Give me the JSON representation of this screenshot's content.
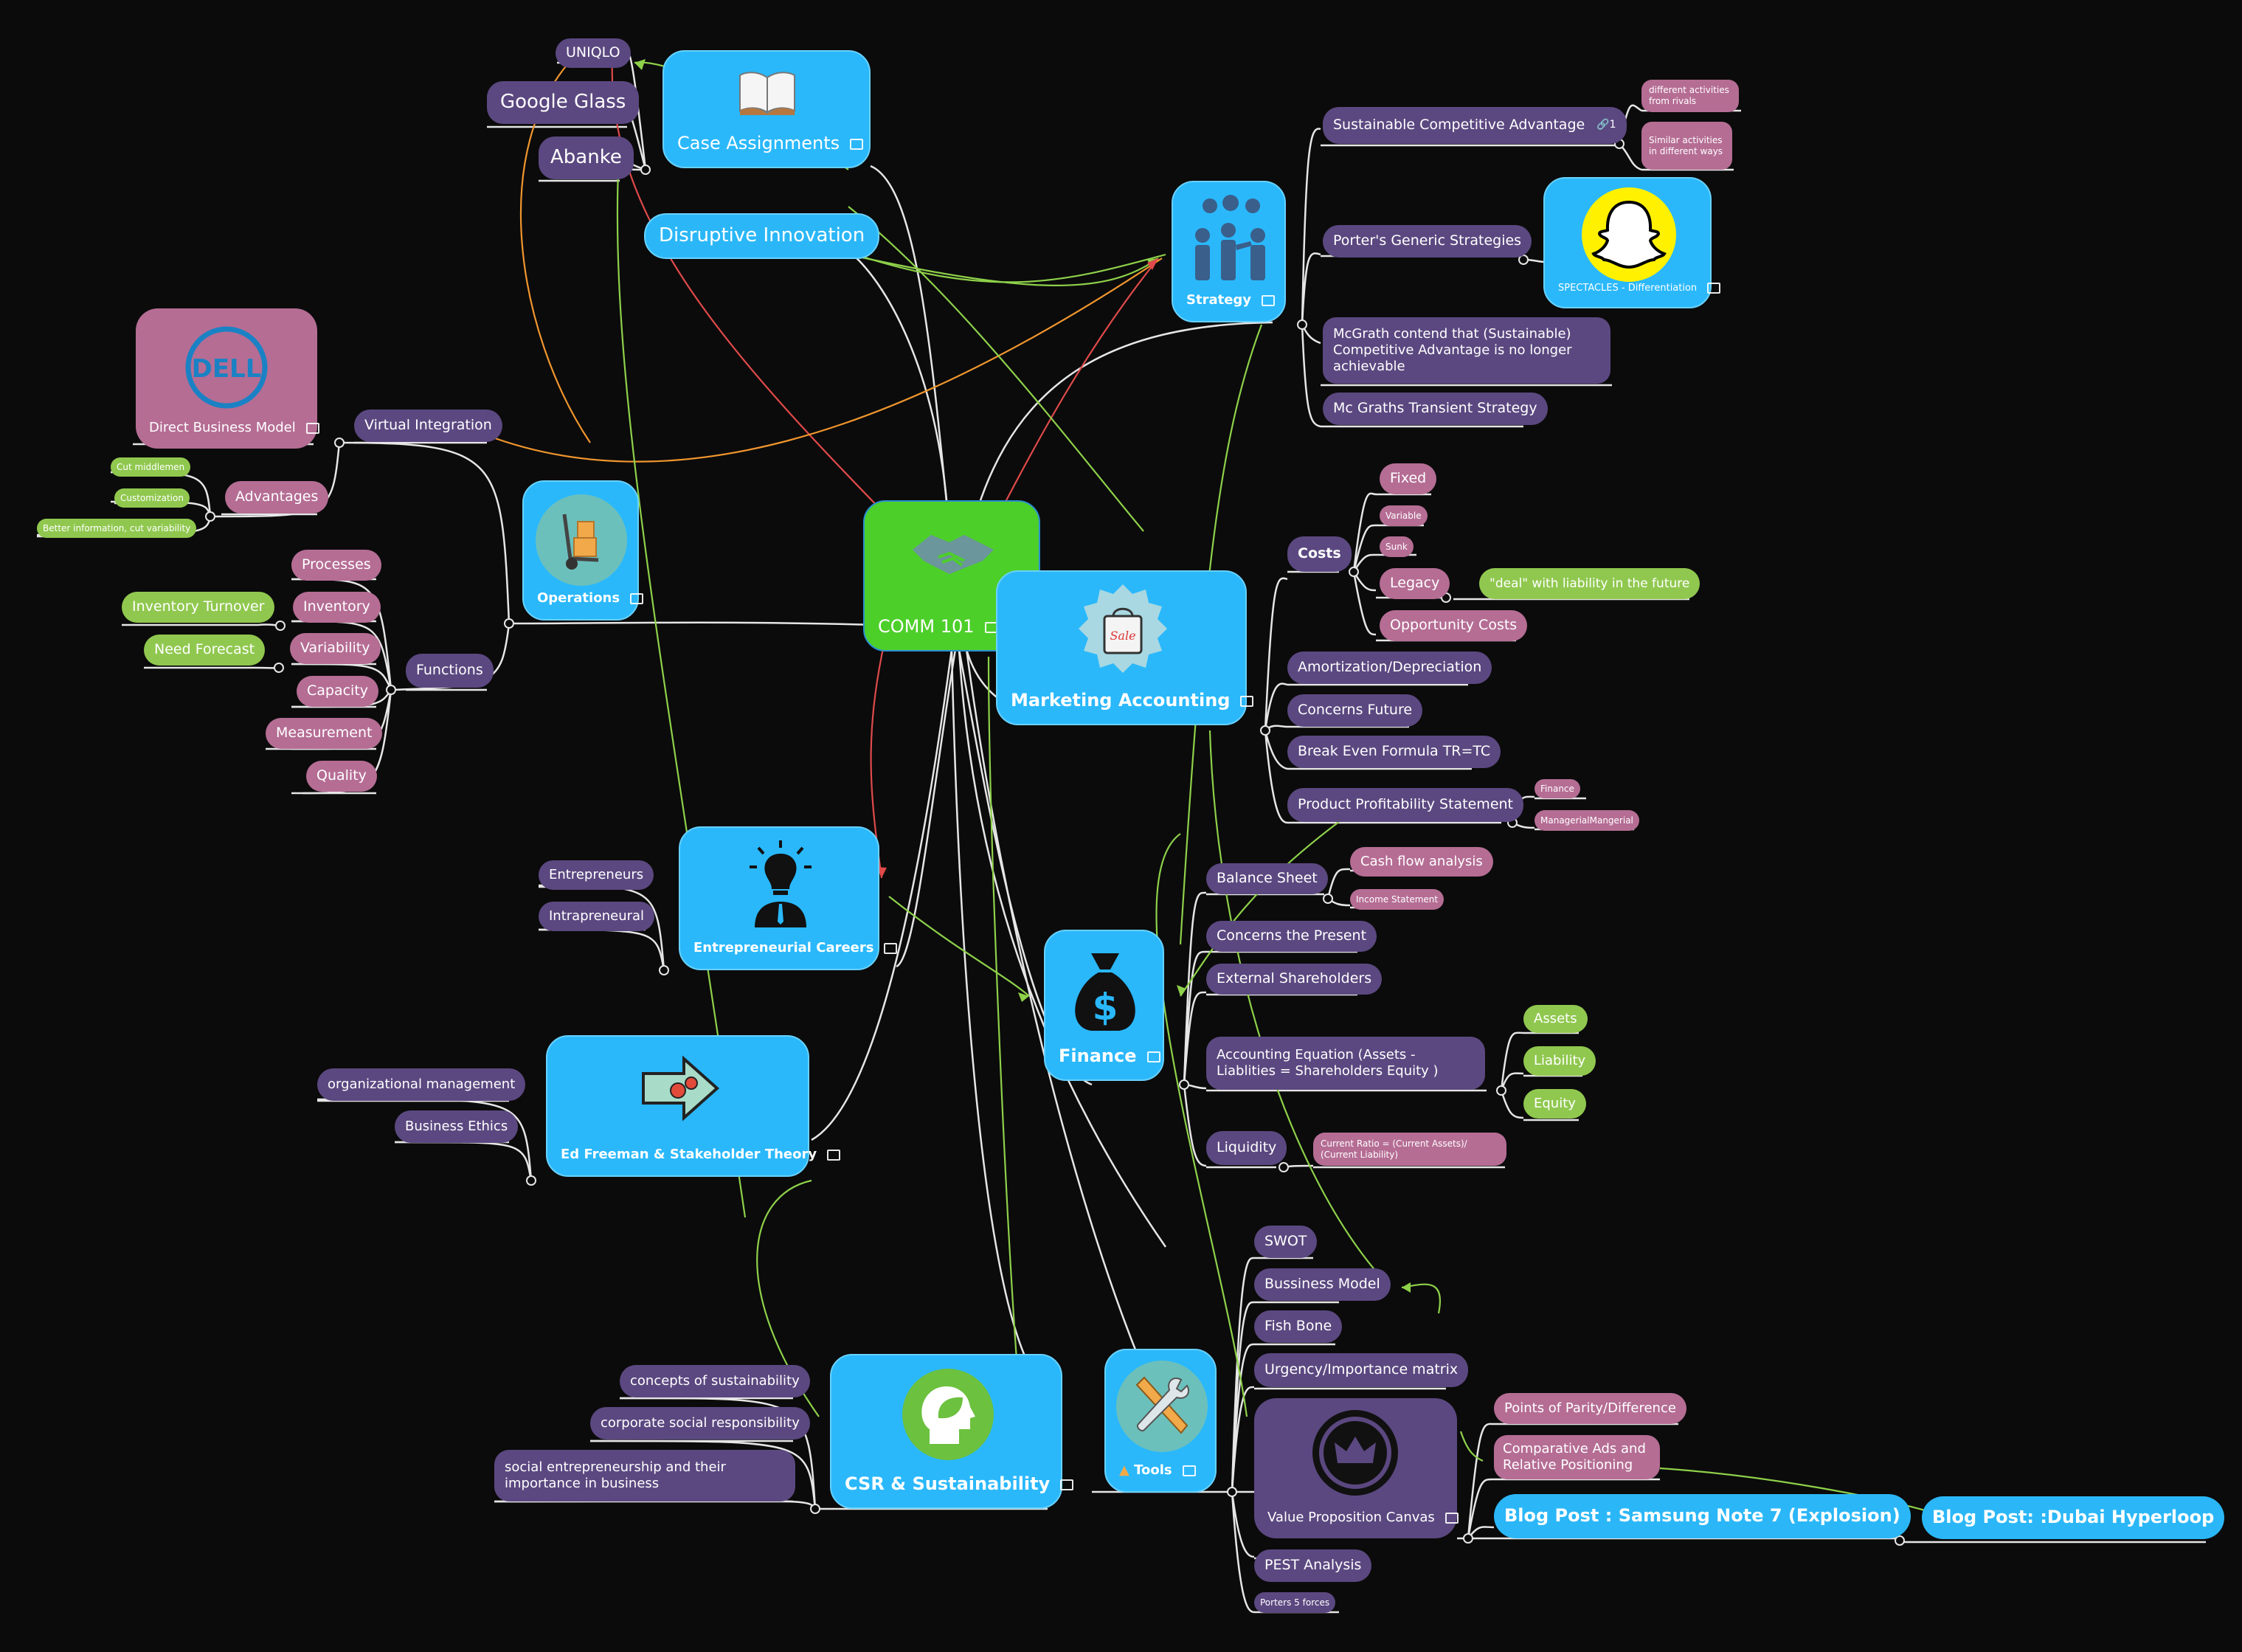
{
  "central": {
    "label": "COMM 101"
  },
  "top_left": {
    "uniqlo": "UNIQLO",
    "google_glass": "Google Glass",
    "abanke": "Abanke",
    "case_assignments": "Case Assignments",
    "disruptive_innovation": "Disruptive Innovation"
  },
  "operations": {
    "label": "Operations",
    "dell": "Direct Business Model",
    "virtual_integration": "Virtual Integration",
    "advantages": "Advantages",
    "adv_items": [
      "Cut middlemen",
      "Customization",
      "Better information, cut variability"
    ],
    "functions": "Functions",
    "function_items": [
      "Processes",
      "Inventory",
      "Variability",
      "Capacity",
      "Measurement",
      "Quality"
    ],
    "inventory_turnover": "Inventory Turnover",
    "need_forecast": "Need Forecast"
  },
  "strategy": {
    "label": "Strategy",
    "sca": "Sustainable Competitive Advantage",
    "sca_badge": "1",
    "sca_children": [
      "different activities from rivals",
      "Similar activities in different ways"
    ],
    "porter": "Porter's Generic Strategies",
    "spectacles": "SPECTACLES - Differentiation",
    "mcgrath": "McGrath contend that (Sustainable) Competitive Advantage is no longer achievable",
    "transient": "Mc Graths Transient Strategy"
  },
  "marketing": {
    "label": "Marketing Accounting",
    "costs": "Costs",
    "cost_items": [
      "Fixed",
      "Variable",
      "Sunk",
      "Legacy",
      "Opportunity Costs"
    ],
    "legacy_note": "\"deal\" with liability in the future",
    "amort": "Amortization/Depreciation",
    "future": "Concerns Future",
    "breakeven": "Break Even Formula TR=TC",
    "pps": "Product Profitability Statement",
    "pps_children": [
      "Finance",
      "ManagerialMangerial"
    ]
  },
  "finance": {
    "label": "Finance",
    "balance": "Balance Sheet",
    "balance_children": [
      "Cash flow analysis",
      "Income Statement"
    ],
    "present": "Concerns the Present",
    "external": "External Shareholders",
    "equation": "Accounting Equation (Assets - Liablities = Shareholders Equity )",
    "eq_children": [
      "Assets",
      "Liability",
      "Equity"
    ],
    "liquidity": "Liquidity",
    "ratio": "Current Ratio = (Current Assets)/ (Current Liability)"
  },
  "entrepreneurial": {
    "label": "Entrepreneurial Careers",
    "items": [
      "Entrepreneurs",
      "Intrapreneural"
    ]
  },
  "freeman": {
    "label": "Ed Freeman & Stakeholder Theory",
    "items": [
      "organizational management",
      "Business Ethics"
    ]
  },
  "csr": {
    "label": "CSR & Sustainability",
    "items": [
      "concepts of sustainability",
      "corporate social responsibility",
      "social entrepreneurship and their importance in business"
    ]
  },
  "tools": {
    "label": "Tools",
    "items": [
      "SWOT",
      "Bussiness Model",
      "Fish Bone",
      "Urgency/Importance matrix"
    ],
    "vpc": "Value Proposition Canvas",
    "vpc_children": [
      "Points of Parity/Difference",
      "Comparative Ads and Relative Positioning"
    ],
    "blog1": "Blog Post : Samsung Note 7 (Explosion)",
    "blog2": "Blog Post: :Dubai Hyperloop",
    "pest": "PEST Analysis",
    "porter5": "Porters 5 forces"
  },
  "colors": {
    "background": "#0b0b0b",
    "central": "#4dcf2a",
    "blue": "#2bb7f7",
    "purple": "#5b4880",
    "pink": "#b56d94",
    "green": "#90c84f",
    "relation_green": "#8ed14a",
    "relation_red": "#e04a4a",
    "relation_orange": "#f0962e"
  },
  "icons": [
    "handshake-icon",
    "book-icon",
    "team-gears-icon",
    "hand-truck-icon",
    "dell-logo",
    "sale-bag-icon",
    "snapchat-ghost-icon",
    "lightbulb-person-icon",
    "money-bag-icon",
    "arrow-gears-icon",
    "leaf-head-icon",
    "wrench-screwdriver-icon",
    "crown-icon"
  ]
}
